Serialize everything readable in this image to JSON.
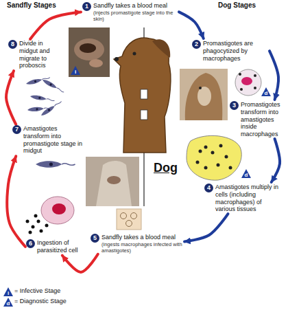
{
  "diagram": {
    "nodes": [
      {
        "text": [
          "1",
          "Sandfly takes a blood meal",
          "(injects promastigote stage into the skin)"
        ]
      },
      {
        "text": [
          "2",
          "Promastigotes are phagocytized by macrophages"
        ]
      },
      {
        "text": [
          "3",
          "Promastigotes transform into amastigotes inside macrophages"
        ]
      },
      {
        "text": [
          "4",
          "Amastigotes multiply in cells (including macrophages) of various tissues"
        ]
      },
      {
        "text": [
          "5",
          "Sandfly takes a blood meal",
          "(ingests macrophages infected with amastigotes)"
        ]
      },
      {
        "text": [
          "6",
          "Ingestion of parasitized cell"
        ]
      },
      {
        "text": [
          "7",
          "Amastigotes transform into promastigote stage in midgut"
        ]
      },
      {
        "text": [
          "8",
          "Divide in midgut and migrate to proboscis"
        ]
      }
    ],
    "edges": [
      {
        "from": 0,
        "to": 1,
        "arrow": "to"
      },
      {
        "from": 1,
        "to": 2,
        "arrow": "to"
      },
      {
        "from": 2,
        "to": 3,
        "arrow": "to"
      },
      {
        "from": 3,
        "to": 4,
        "arrow": "to"
      },
      {
        "from": 4,
        "to": 5,
        "arrow": "to"
      },
      {
        "from": 5,
        "to": 6,
        "arrow": "to"
      },
      {
        "from": 6,
        "to": 7,
        "arrow": "to"
      },
      {
        "from": 7,
        "to": 0,
        "arrow": "to"
      }
    ],
    "labels": [
      "Sandfly Stages",
      "Dog Stages",
      "Dog",
      "i",
      "d",
      "d",
      "i",
      "d"
    ],
    "legend": [
      {
        "text": "= Infective Stage"
      },
      {
        "text": "= Diagnostic Stage"
      }
    ]
  }
}
